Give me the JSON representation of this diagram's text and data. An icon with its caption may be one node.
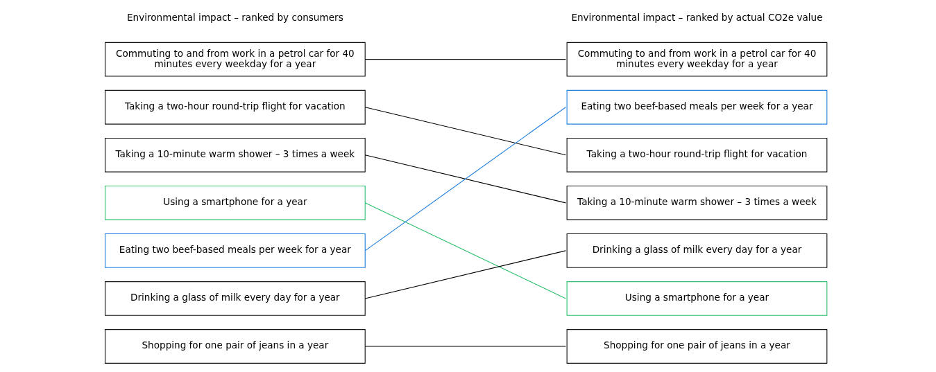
{
  "diagram": {
    "nodes": [
      {
        "text": [
          "Commuting to and from work in a petrol car for 40 minutes every weekday for a year"
        ]
      },
      {
        "text": [
          "Taking a two-hour round-trip flight for vacation"
        ]
      },
      {
        "text": [
          "Taking a 10-minute warm shower – 3 times a week"
        ]
      },
      {
        "text": [
          "Using a smartphone for a year"
        ]
      },
      {
        "text": [
          "Eating two beef-based meals per week for a year"
        ]
      },
      {
        "text": [
          "Drinking a glass of milk every day for a year"
        ]
      },
      {
        "text": [
          "Shopping for one pair of jeans in a year"
        ]
      },
      {
        "text": [
          "Commuting to and from work in a petrol car for 40 minutes every weekday for a year"
        ]
      },
      {
        "text": [
          "Eating two beef-based meals per week for a year"
        ]
      },
      {
        "text": [
          "Taking a two-hour round-trip flight for vacation"
        ]
      },
      {
        "text": [
          "Taking a 10-minute warm shower – 3 times a week"
        ]
      },
      {
        "text": [
          "Drinking a glass of milk every day for a year"
        ]
      },
      {
        "text": [
          "Using a smartphone for a year"
        ]
      },
      {
        "text": [
          "Shopping for one pair of jeans in a year"
        ]
      }
    ],
    "edges": [
      {
        "from": 0,
        "to": 7,
        "arrow": "none"
      },
      {
        "from": 1,
        "to": 9,
        "arrow": "none"
      },
      {
        "from": 2,
        "to": 10,
        "arrow": "none"
      },
      {
        "from": 3,
        "to": 12,
        "arrow": "none",
        "color": "#2dbf6e"
      },
      {
        "from": 4,
        "to": 8,
        "arrow": "none",
        "color": "#1f7fe0"
      },
      {
        "from": 5,
        "to": 11,
        "arrow": "none"
      },
      {
        "from": 6,
        "to": 13,
        "arrow": "none"
      }
    ],
    "labels": [
      "Environmental impact – ranked by consumers",
      "Environmental impact – ranked by actual CO2e value"
    ]
  }
}
